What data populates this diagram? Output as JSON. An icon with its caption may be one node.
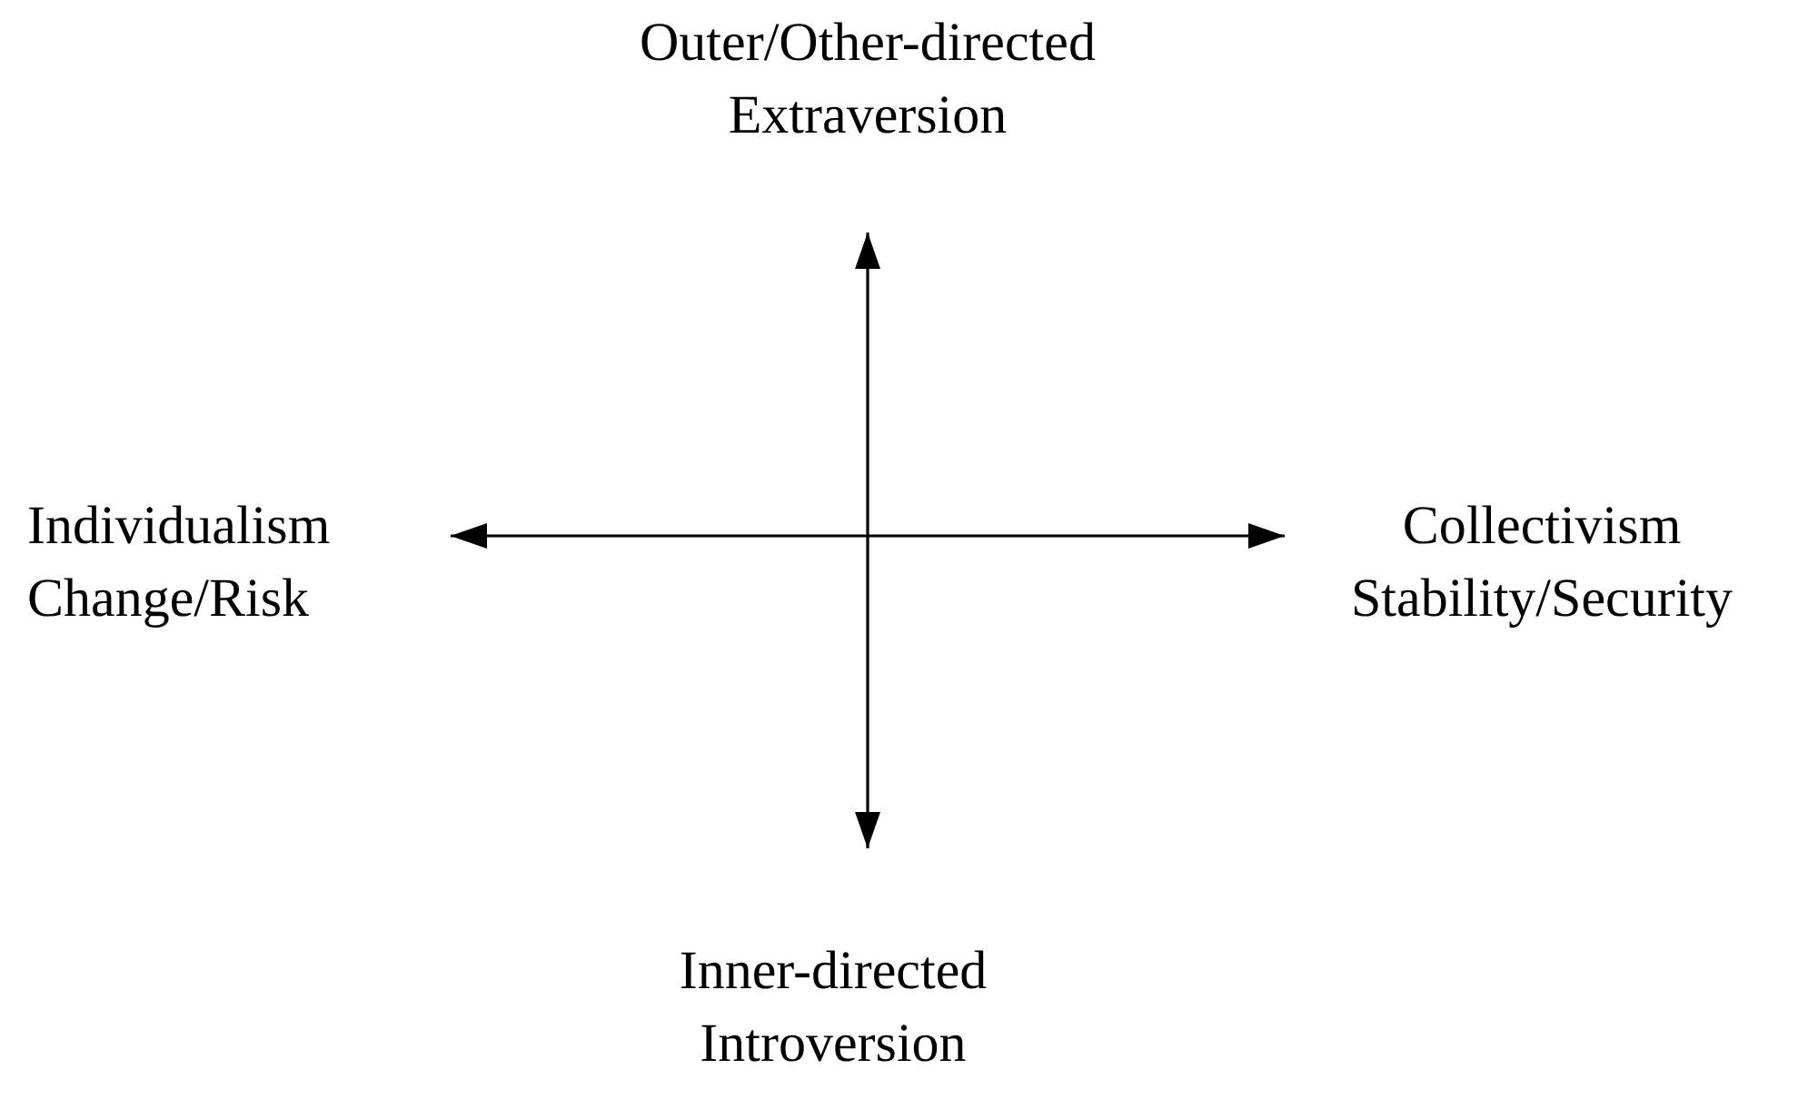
{
  "diagram": {
    "nodes": [
      {
        "text": [
          "Outer/Other-directed",
          "Extraversion"
        ]
      },
      {
        "text": [
          "Individualism",
          "Change/Risk"
        ]
      },
      {
        "text": [
          "Collectivism",
          "Stability/Security"
        ]
      },
      {
        "text": [
          "Inner-directed",
          "Introversion"
        ]
      }
    ],
    "edges": [
      {
        "from": 0,
        "to": 3,
        "arrow": "both"
      },
      {
        "from": 1,
        "to": 2,
        "arrow": "both"
      }
    ]
  }
}
